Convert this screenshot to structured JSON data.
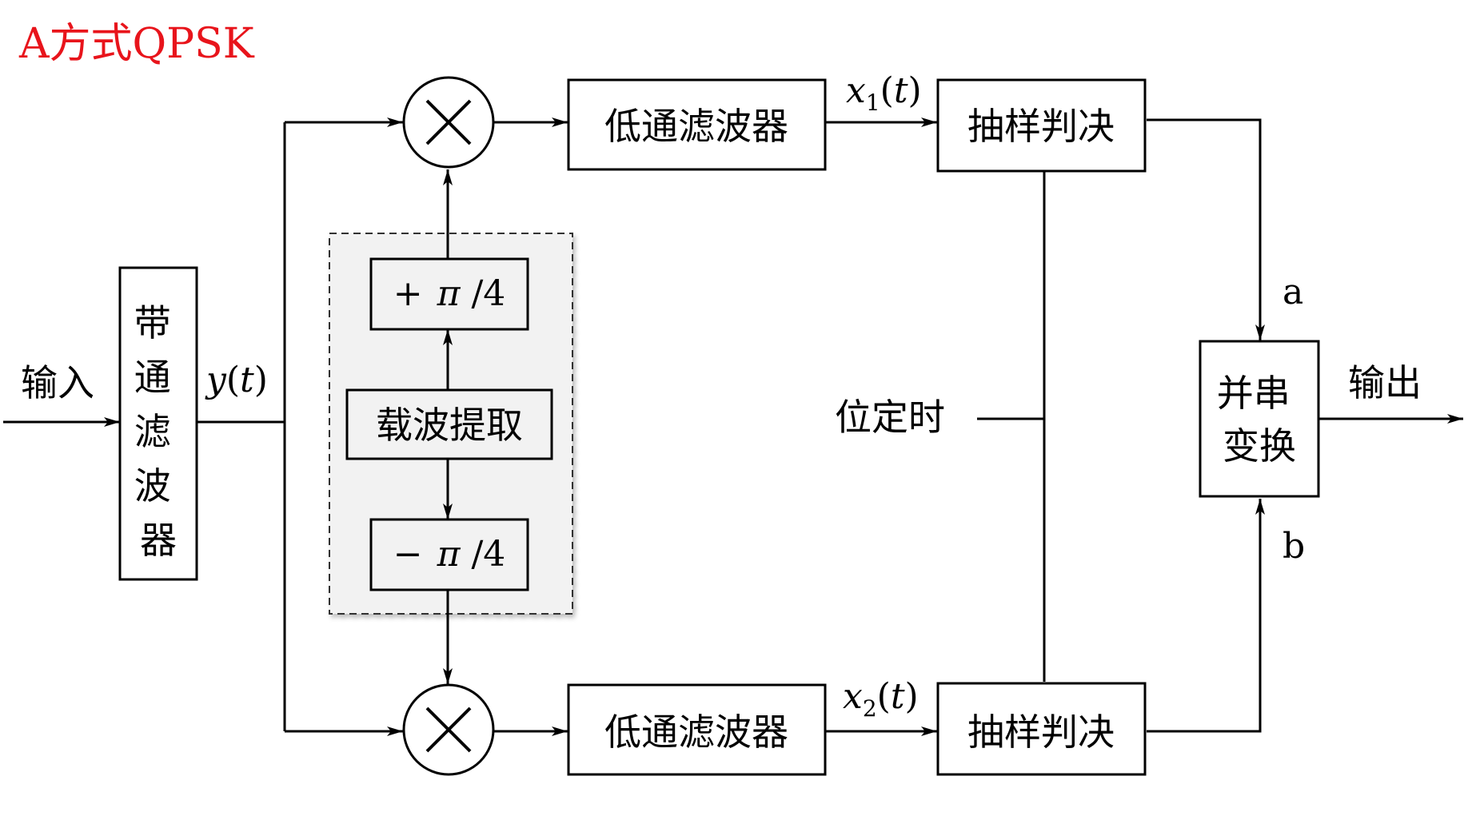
{
  "title": "A方式QPSK",
  "labels": {
    "input": "输入",
    "output": "输出",
    "bit_timing": "位定时",
    "branch_a": "a",
    "branch_b": "b"
  },
  "signals": {
    "y": {
      "var": "y",
      "open": "(",
      "arg": "t",
      "close": ")"
    },
    "x1": {
      "var": "x",
      "sub": "1",
      "open": "(",
      "arg": "t",
      "close": ")"
    },
    "x2": {
      "var": "x",
      "sub": "2",
      "open": "(",
      "arg": "t",
      "close": ")"
    }
  },
  "blocks": {
    "bandpass_filter": [
      "带",
      "通",
      "滤",
      "波",
      "器"
    ],
    "lowpass_filter_top": "低通滤波器",
    "lowpass_filter_bottom": "低通滤波器",
    "sample_decide_top": "抽样判决",
    "sample_decide_bottom": "抽样判决",
    "carrier_extract": "载波提取",
    "phase_plus": {
      "sign": "+",
      "pi": "π",
      "rest": "/4"
    },
    "phase_minus": {
      "sign": "−",
      "pi": "π",
      "rest": "/4"
    },
    "parallel_serial": [
      "并串",
      "变换"
    ]
  },
  "multiplier_symbol": "×",
  "colors": {
    "title": "#e8141b",
    "line": "#000000",
    "dashed_box_fill": "#f2f2f2"
  }
}
